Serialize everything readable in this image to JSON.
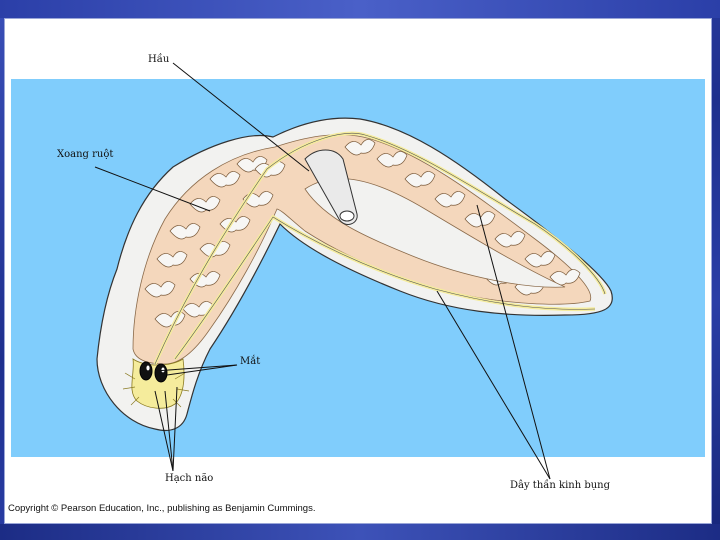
{
  "labels": {
    "pharynx": "Hầu",
    "gut": "Xoang ruột",
    "eyes": "Mắt",
    "ganglia": "Hạch não",
    "nerve_cords": "Dây thần kinh bụng"
  },
  "copyright": "Copyright © Pearson Education, Inc., publishing as Benjamin Cummings.",
  "colors": {
    "background": "#2a3ea6",
    "panel": "#80cdfc",
    "body_fill": "#f2f2f0",
    "gut_fill": "#f4d7bc",
    "nerve": "#f5ec9c"
  }
}
